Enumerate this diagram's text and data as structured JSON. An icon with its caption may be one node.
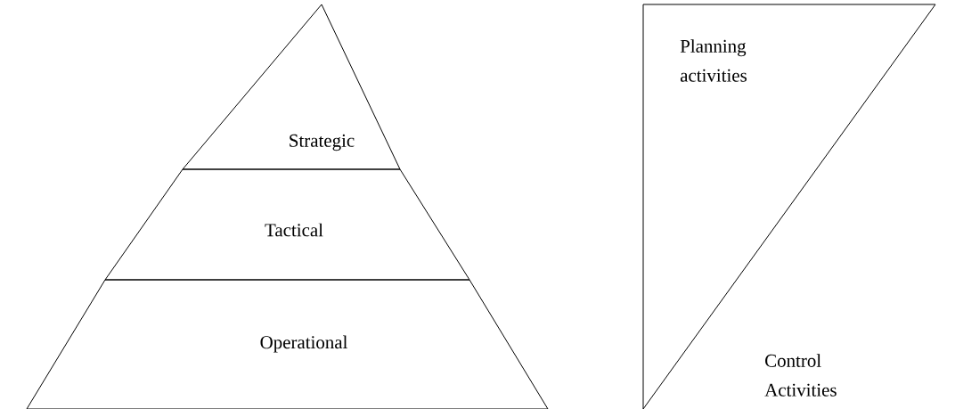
{
  "diagram": {
    "nodes": [
      {
        "text": [
          "Strategic"
        ]
      },
      {
        "text": [
          "Tactical"
        ]
      },
      {
        "text": [
          "Operational"
        ]
      },
      {
        "text": [
          "Planning activities"
        ]
      }
    ],
    "labels": [
      "Control Activities"
    ]
  }
}
